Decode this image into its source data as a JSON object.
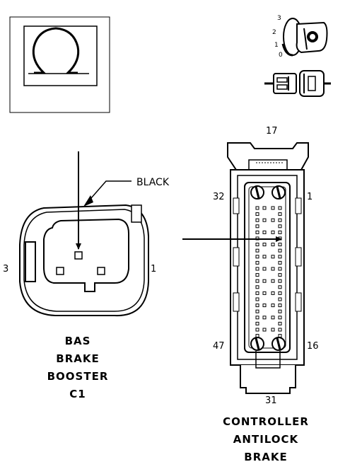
{
  "symbol": {
    "icon": "resistance-omega-icon"
  },
  "key_legend": {
    "positions": [
      "3",
      "2",
      "1",
      "0"
    ],
    "icon": "ignition-key-icon",
    "connector_icon": "inline-connector-icon"
  },
  "bas_connector": {
    "wire_color_label": "BLACK",
    "pin_left": "3",
    "pin_right": "1",
    "caption_lines": [
      "BAS",
      "BRAKE",
      "BOOSTER",
      "C1"
    ]
  },
  "controller_connector": {
    "pin_top": "17",
    "pin_top_left": "32",
    "pin_top_right": "1",
    "pin_bottom_left": "47",
    "pin_bottom_right": "16",
    "pin_bottom": "31",
    "caption_lines": [
      "CONTROLLER",
      "ANTILOCK",
      "BRAKE"
    ]
  },
  "colors": {
    "line": "#000000",
    "background": "#ffffff",
    "fill_gray": "#d8d8d8"
  }
}
